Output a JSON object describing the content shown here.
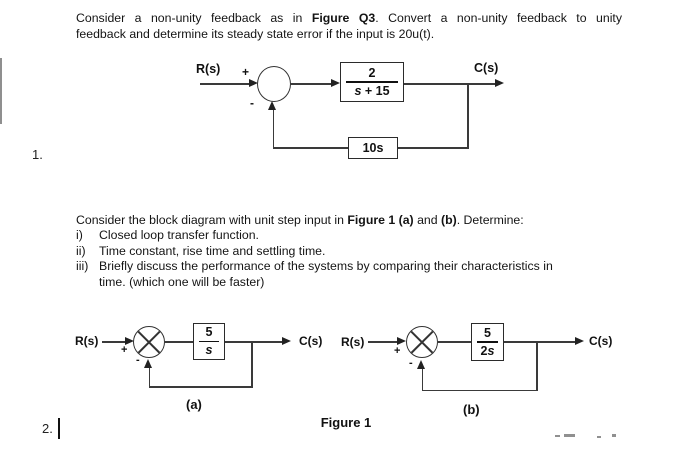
{
  "colors": {
    "ink": "#141414",
    "line": "#3a3a3a"
  },
  "problem1": {
    "number": "1.",
    "line1_pre": "Consider a non-unity feedback as in ",
    "line1_bold": "Figure Q3",
    "line1_post": ". Convert a non-unity feedback to unity",
    "line2": "feedback and determine its steady state error if the input is 20u(t).",
    "diagram": {
      "input_label": "R(s)",
      "output_label": "C(s)",
      "plus_sign": "+",
      "minus_sign": "-",
      "forward_block": {
        "numerator": "2",
        "den_italic": "s",
        "den_rest": " + 15"
      },
      "feedback_block_label": "10s"
    }
  },
  "problem2": {
    "number": "2.",
    "intro_pre": "Consider the block diagram with unit step input in ",
    "intro_bold1": "Figure 1 (a)",
    "intro_mid": " and ",
    "intro_bold2": "(b)",
    "intro_post": ". Determine:",
    "items": [
      {
        "marker": "i)",
        "text": "Closed loop transfer function."
      },
      {
        "marker": "ii)",
        "text": "Time constant, rise time and settling time."
      },
      {
        "marker": "iii)",
        "text_line1": "Briefly discuss the performance of the systems by comparing their characteristics in",
        "text_line2": "time. (which one will be faster)"
      }
    ],
    "diagram_a": {
      "input_label": "R(s)",
      "output_label": "C(s)",
      "plus_sign": "+",
      "minus_sign": "-",
      "block": {
        "numerator": "5",
        "den_pre": "",
        "den_italic": "s"
      },
      "caption": "(a)"
    },
    "diagram_b": {
      "input_label": "R(s)",
      "output_label": "C(s)",
      "plus_sign": "+",
      "minus_sign": "-",
      "block": {
        "numerator": "5",
        "den_pre": "2",
        "den_italic": "s"
      },
      "caption": "(b)"
    },
    "figure_caption": "Figure 1"
  }
}
